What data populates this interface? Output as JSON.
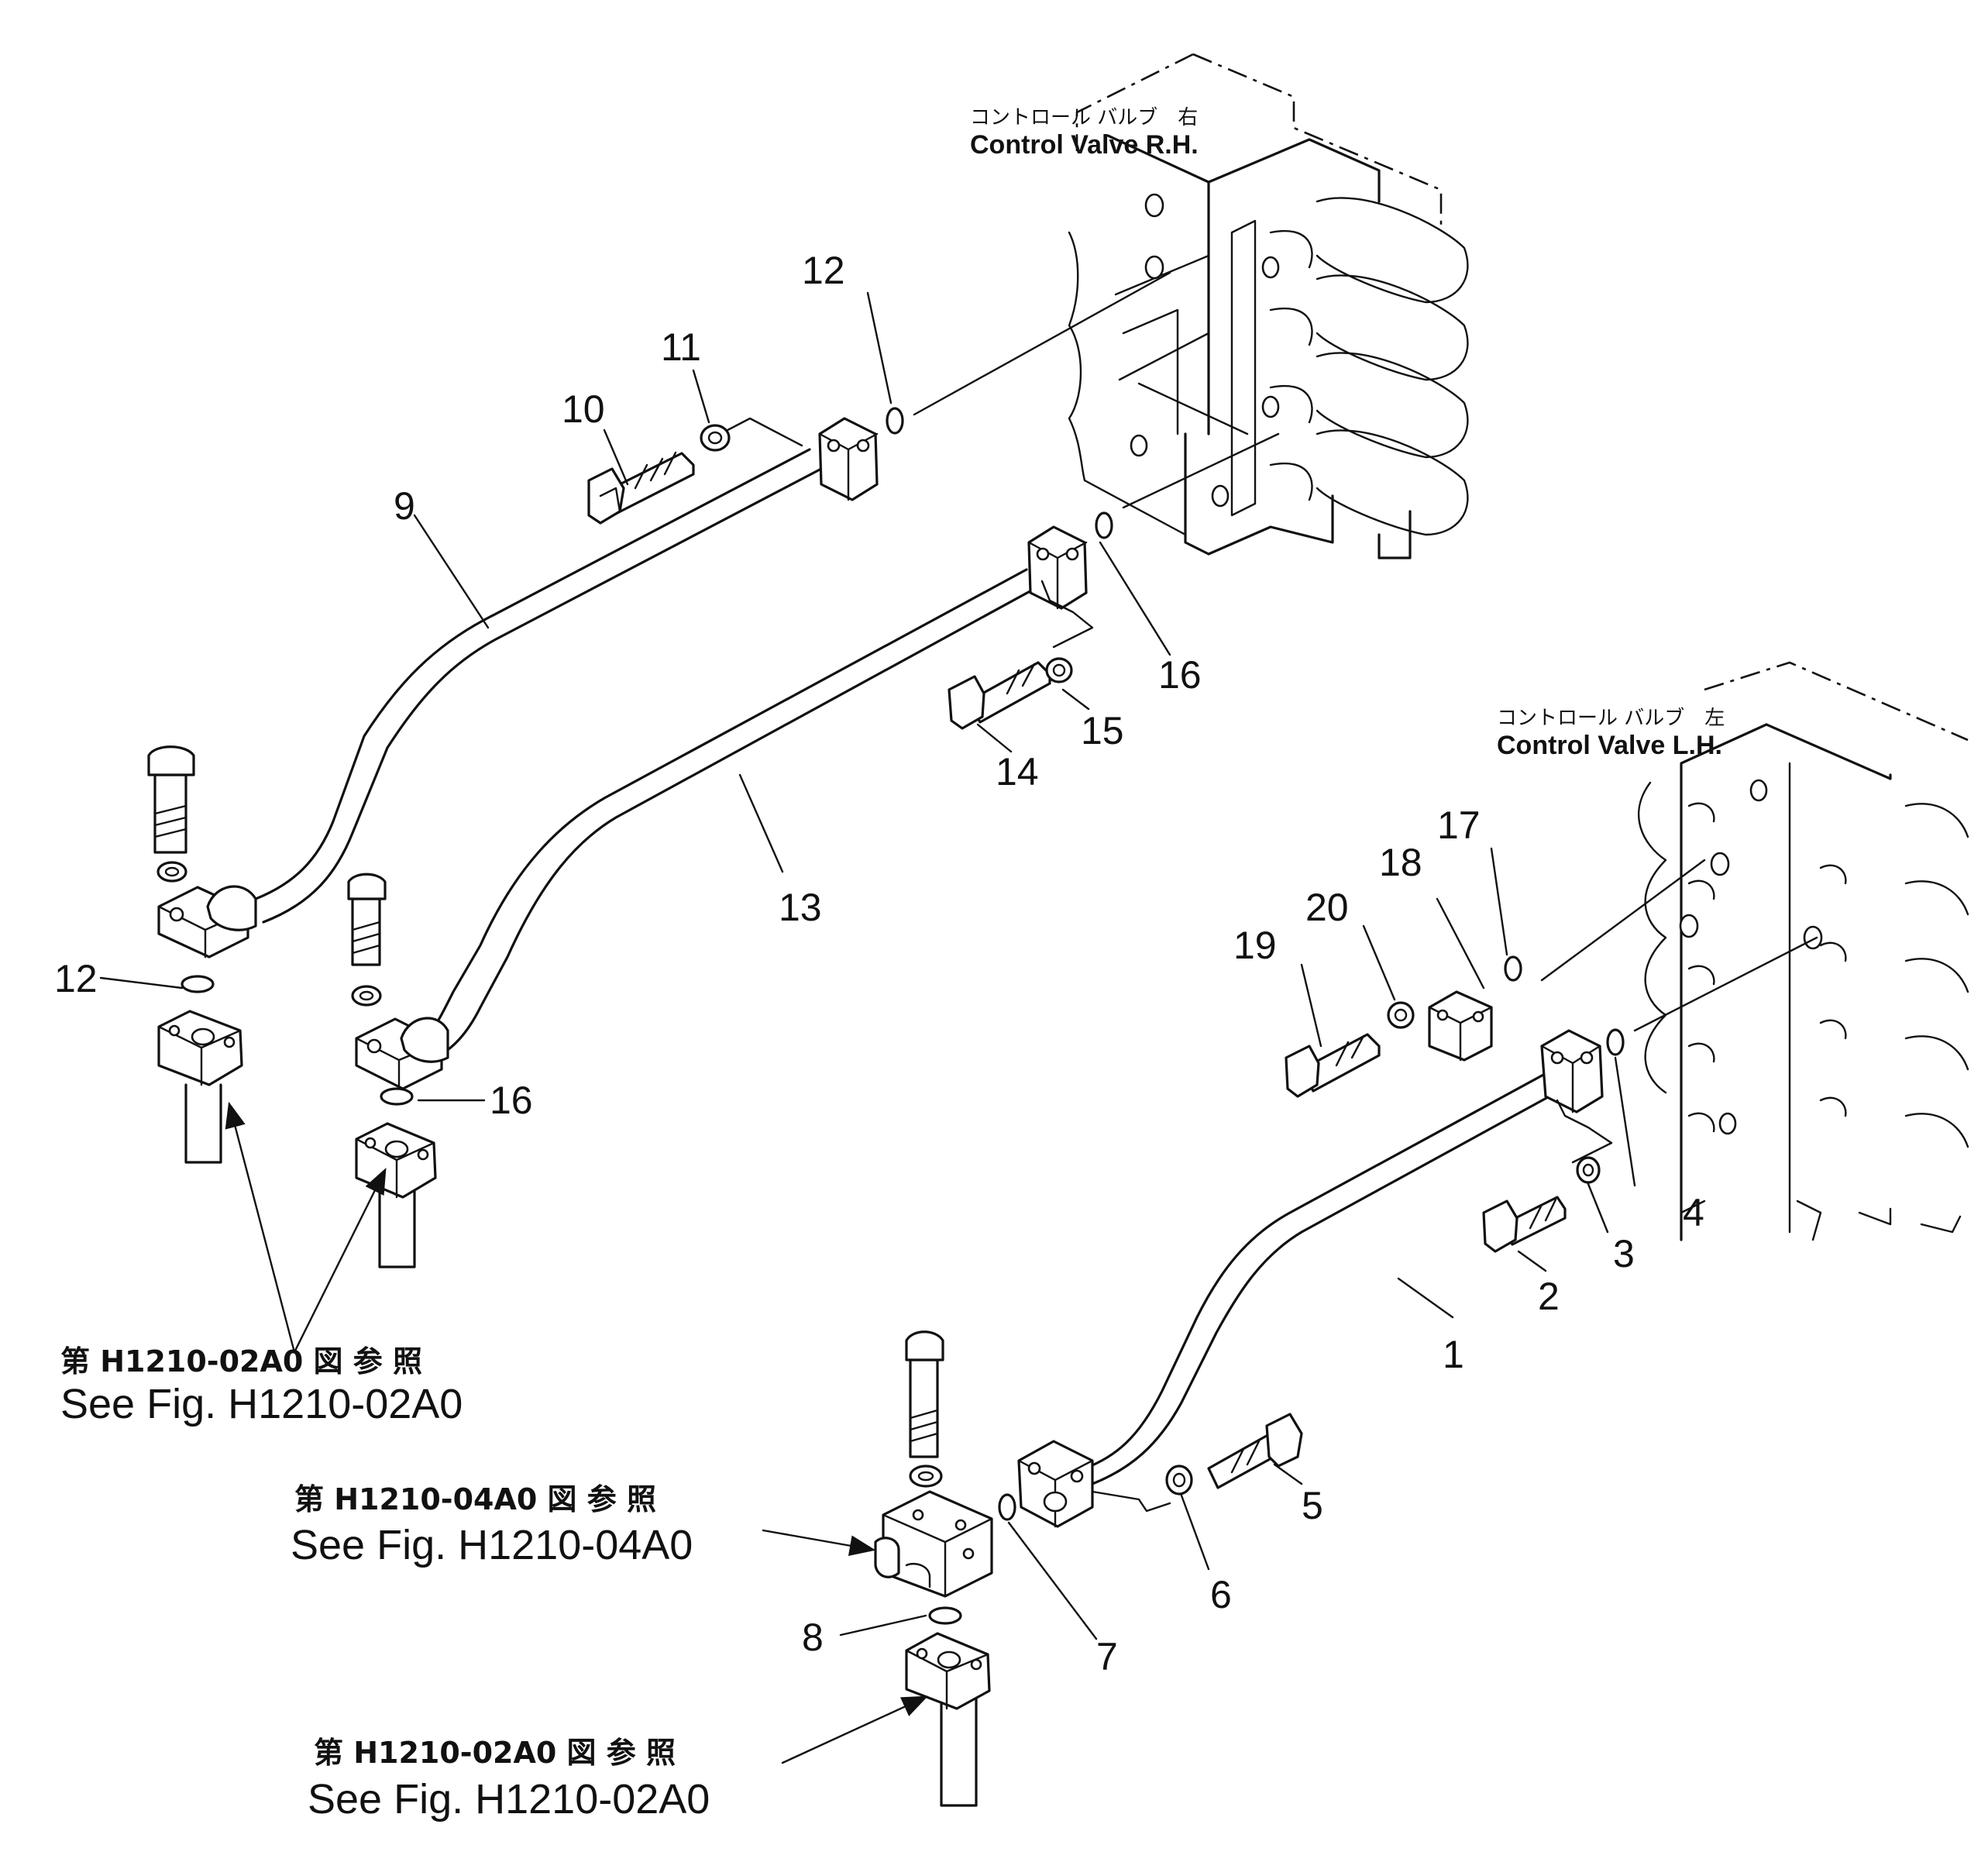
{
  "valve_labels": {
    "rh": {
      "jp": "コントロール バルブ　右",
      "en": "Control Valve R.H."
    },
    "lh": {
      "jp": "コントロール バルブ　左",
      "en": "Control Valve L.H."
    }
  },
  "references": [
    {
      "jp": "第 H1210-02A0 図 参 照",
      "en": "See Fig. H1210-02A0"
    },
    {
      "jp": "第 H1210-04A0 図 参 照",
      "en": "See Fig. H1210-04A0"
    },
    {
      "jp": "第 H1210-02A0 図 参 照",
      "en": "See Fig. H1210-02A0"
    }
  ],
  "callouts": {
    "c1": "1",
    "c2": "2",
    "c3": "3",
    "c4": "4",
    "c5": "5",
    "c6": "6",
    "c7": "7",
    "c8": "8",
    "c9": "9",
    "c10": "10",
    "c11": "11",
    "c12a": "12",
    "c12b": "12",
    "c13": "13",
    "c14": "14",
    "c15": "15",
    "c16a": "16",
    "c16b": "16",
    "c17": "17",
    "c18": "18",
    "c19": "19",
    "c20": "20"
  }
}
